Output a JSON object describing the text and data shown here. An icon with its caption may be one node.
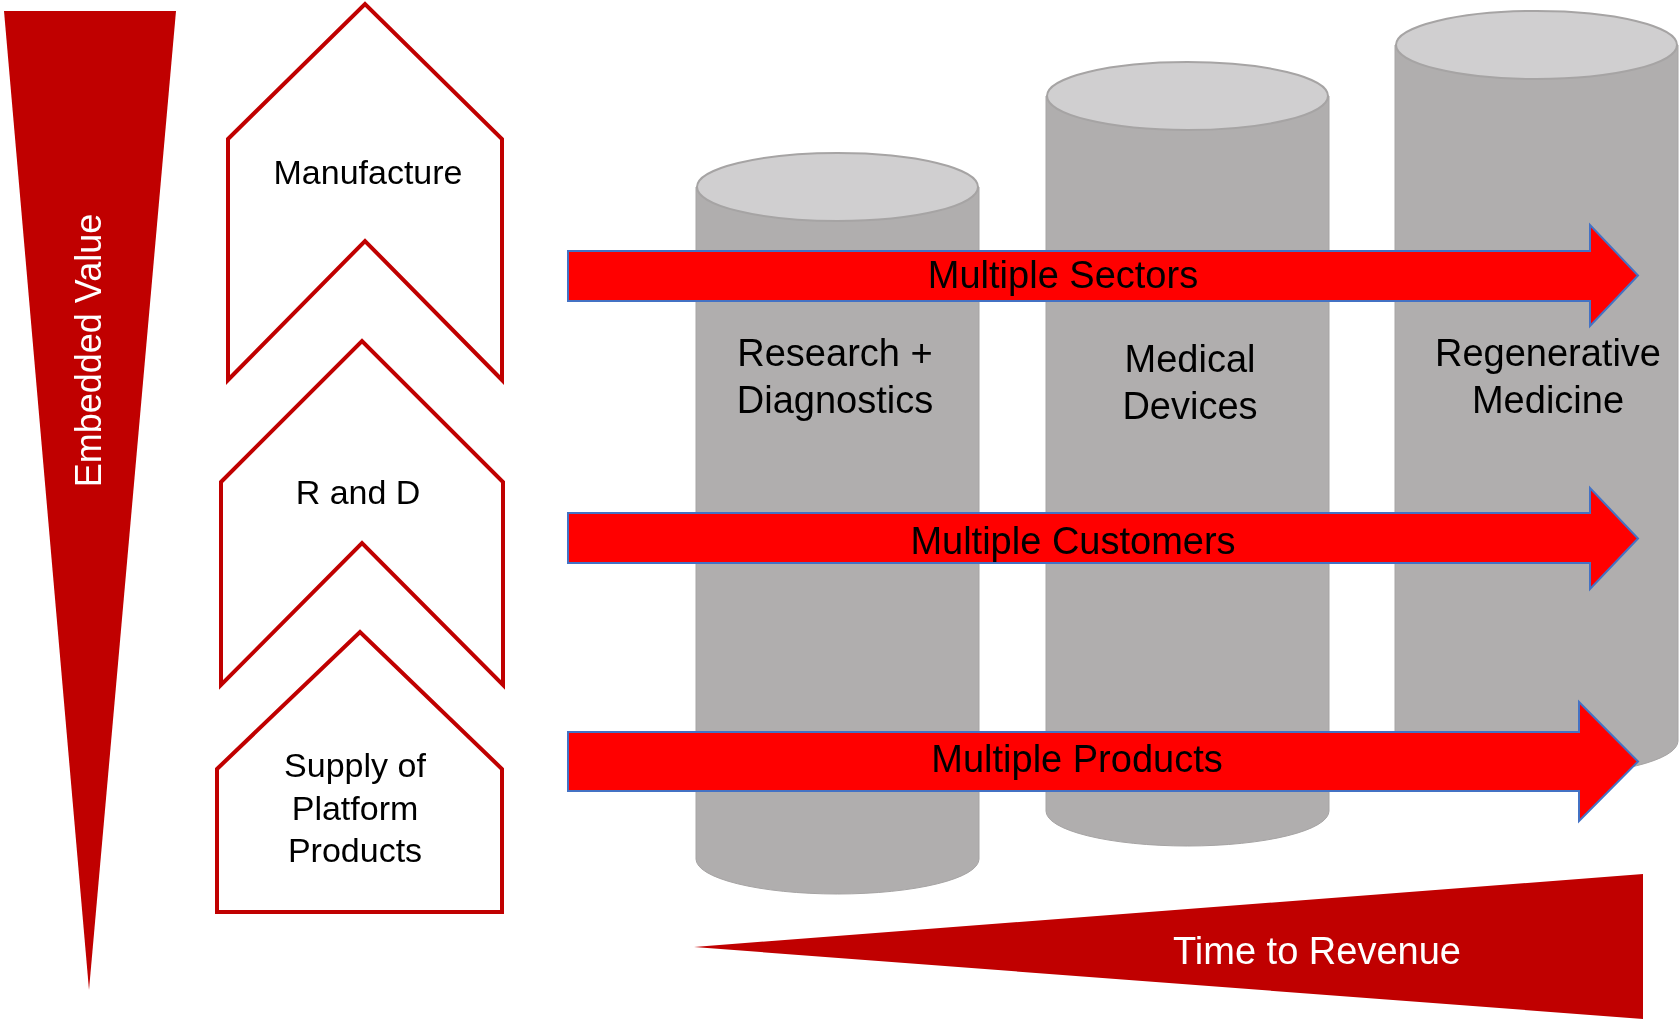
{
  "diagram": {
    "nodes": [
      {
        "text": [
          "Embedded Value"
        ]
      },
      {
        "text": [
          "Manufacture"
        ]
      },
      {
        "text": [
          "R and D"
        ]
      },
      {
        "text": [
          "Supply of Platform Products"
        ]
      },
      {
        "text": [
          "Research + Diagnostics"
        ]
      },
      {
        "text": [
          "Medical Devices"
        ]
      },
      {
        "text": [
          "Regenerative Medicine"
        ]
      },
      {
        "text": [
          "Multiple Sectors"
        ]
      },
      {
        "text": [
          "Multiple Customers"
        ]
      },
      {
        "text": [
          "Multiple Products"
        ]
      },
      {
        "text": [
          "Time to Revenue"
        ]
      }
    ]
  }
}
